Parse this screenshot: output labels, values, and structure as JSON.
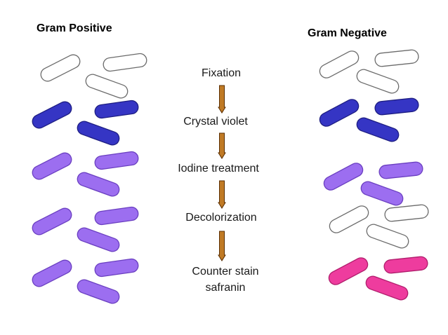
{
  "headings": {
    "left": "Gram Positive",
    "right": "Gram Negative"
  },
  "steps": [
    {
      "lines": [
        "Fixation"
      ]
    },
    {
      "lines": [
        "Crystal violet"
      ]
    },
    {
      "lines": [
        "Iodine treatment"
      ]
    },
    {
      "lines": [
        "Decolorization"
      ]
    },
    {
      "lines": [
        "Counter stain",
        "safranin"
      ]
    }
  ],
  "colors": {
    "unstained_fill": "#ffffff",
    "unstained_stroke": "#6b6b6b",
    "crystal_violet_fill": "#3535c4",
    "crystal_violet_stroke": "#1e1e82",
    "iodine_fill": "#9c6ef0",
    "iodine_stroke": "#6a3fc0",
    "safranin_fill": "#ee3c9e",
    "safranin_stroke": "#b01d6c",
    "arrow_fill": "#c07a25",
    "arrow_stroke": "#5a2d00"
  },
  "columns": {
    "gram_positive": [
      "unstained",
      "crystal_violet",
      "iodine",
      "iodine",
      "iodine"
    ],
    "gram_negative": [
      "unstained",
      "crystal_violet",
      "iodine",
      "unstained",
      "safranin"
    ]
  }
}
